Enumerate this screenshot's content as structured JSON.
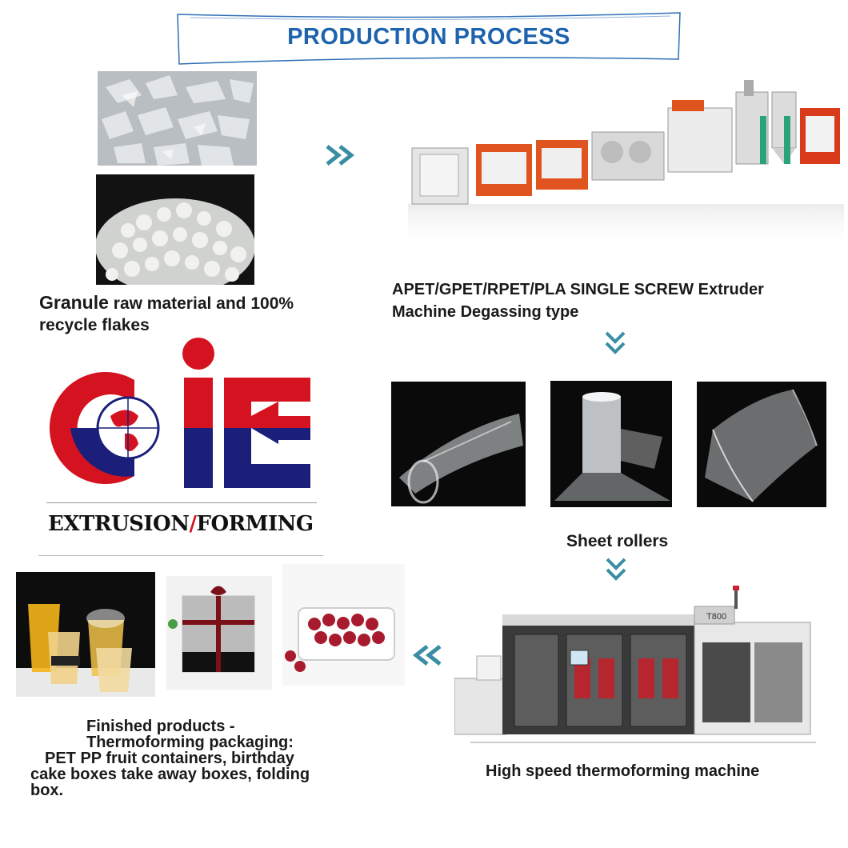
{
  "banner": {
    "title": "PRODUCTION PROCESS"
  },
  "steps": {
    "granule": {
      "caption_word": "Granule",
      "caption_rest": "raw material and  100%",
      "caption_line2": "recycle flakes"
    },
    "extruder": {
      "caption_line1": "APET/GPET/RPET/PLA SINGLE SCREW Extruder",
      "caption_line2": "Machine Degassing type"
    },
    "sheets": {
      "caption": "Sheet rollers"
    },
    "thermoforming": {
      "caption": "High speed thermoforming machine",
      "machine_label": "T800"
    },
    "finished": {
      "lines": [
        "Finished products -",
        "Thermoforming packaging:",
        "PET PP fruit containers, birthday",
        "cake boxes  take away boxes, folding",
        "box."
      ]
    }
  },
  "logo": {
    "left_word": "EXTRUSION",
    "slash": "/",
    "right_word": "FORMING",
    "colors": {
      "red": "#d5121f",
      "navy": "#1b1f7a"
    }
  },
  "arrows": {
    "right": "»",
    "down": "⌄",
    "left": "«"
  },
  "colors": {
    "banner_text": "#1e63ad",
    "arrow": "#3a8ea3"
  }
}
